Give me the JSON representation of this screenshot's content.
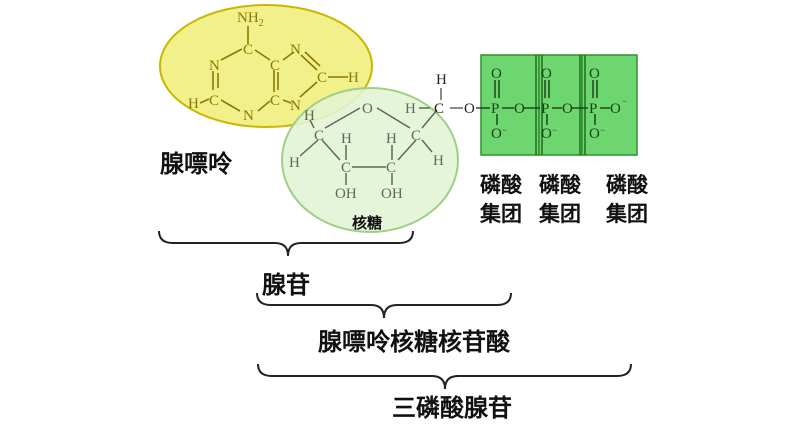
{
  "labels": {
    "adenine": "腺嘌呤",
    "ribose": "核糖",
    "phosphate_1_line1": "磷酸",
    "phosphate_1_line2": "集团",
    "phosphate_2_line1": "磷酸",
    "phosphate_2_line2": "集团",
    "phosphate_3_line1": "磷酸",
    "phosphate_3_line2": "集团",
    "adenosine": "腺苷",
    "amp": "腺嘌呤核糖核苷酸",
    "atp": "三磷酸腺苷"
  },
  "atoms": {
    "N": "N",
    "C": "C",
    "H": "H",
    "O": "O",
    "P": "P",
    "NH": "NH",
    "two": "2",
    "OH": "OH",
    "minus": "−"
  },
  "colors": {
    "base_fill": "#f2f08a",
    "base_stroke": "#c9b800",
    "sugar_fill": "#e2f4d4",
    "sugar_stroke": "#9fcf86",
    "phosphate_fill": "#6ed66e",
    "phosphate_stroke": "#2e8f2e",
    "base_ink": "#8a7a00",
    "sugar_ink": "#5b6a5b"
  }
}
